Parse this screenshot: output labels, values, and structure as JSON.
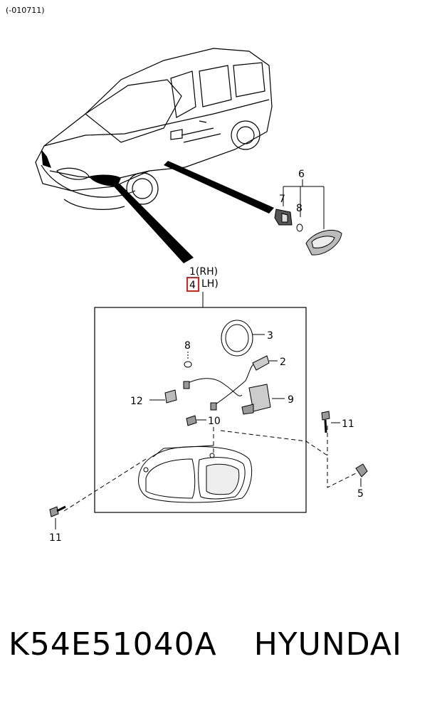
{
  "header": {
    "code": "(-010711)"
  },
  "callouts": {
    "rh": "1(RH)",
    "lh_number": "4",
    "lh_suffix": "LH)",
    "n2": "2",
    "n3": "3",
    "n5": "5",
    "n6": "6",
    "n7": "7",
    "n8a": "8",
    "n8b": "8",
    "n9": "9",
    "n10": "10",
    "n11a": "11",
    "n11b": "11",
    "n12": "12"
  },
  "highlight_color": "#e02020",
  "caption": {
    "part_number": "K54E51040A",
    "brand": "HYUNDAI"
  }
}
